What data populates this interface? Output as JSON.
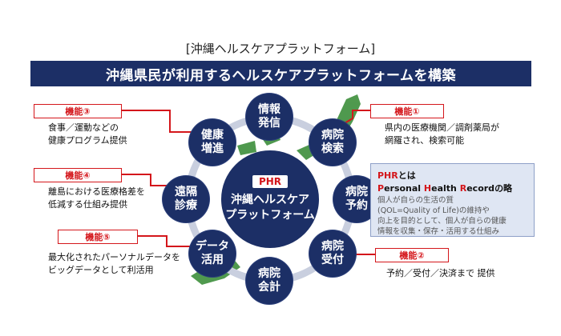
{
  "header": {
    "bracket_title": "[沖縄ヘルスケアプラットフォーム]",
    "banner": "沖縄県民が利用するヘルスケアプラットフォームを構築"
  },
  "center": {
    "badge": "PHR",
    "label": "沖縄ヘルスケア\nプラットフォーム"
  },
  "nodes": [
    {
      "id": "info",
      "label": "情報\n発信"
    },
    {
      "id": "search",
      "label": "病院\n検索"
    },
    {
      "id": "reserve",
      "label": "病院\n予約"
    },
    {
      "id": "reception",
      "label": "病院\n受付"
    },
    {
      "id": "billing",
      "label": "病院\n会計"
    },
    {
      "id": "data",
      "label": "データ\n活用"
    },
    {
      "id": "remote",
      "label": "遠隔\n診療"
    },
    {
      "id": "health",
      "label": "健康\n増進"
    }
  ],
  "functions": [
    {
      "tag": "機能①",
      "desc": "県内の医療機関／調剤薬局が\n網羅され、検索可能"
    },
    {
      "tag": "機能②",
      "desc": "予約／受付／決済まで 提供"
    },
    {
      "tag": "機能③",
      "desc": "食事／運動などの\n健康プログラム提供"
    },
    {
      "tag": "機能④",
      "desc": "離島における医療格差を\n低減する仕組み提供"
    },
    {
      "tag": "機能⑤",
      "desc": "最大化されたパーソナルデータを\nビッグデータとして利活用"
    }
  ],
  "phr_info": {
    "title_prefix": "PHR",
    "title_suffix": "とは",
    "w1_initial": "P",
    "w1_rest": "ersonal",
    "w2_initial": "H",
    "w2_rest": "ealth",
    "w3_initial": "R",
    "w3_rest": "ecord",
    "w3_suffix": "の略",
    "body": "個人が自らの生活の質\n(QOL=Quality of Life)の維持や\n向上を目的として、個人が自らの健康\n情報を収集・保存・活用する仕組み"
  },
  "colors": {
    "navy": "#1c2f66",
    "red": "#d4161b",
    "island_green": "#3d8f3b",
    "info_box_bg": "#dfe6f3"
  }
}
